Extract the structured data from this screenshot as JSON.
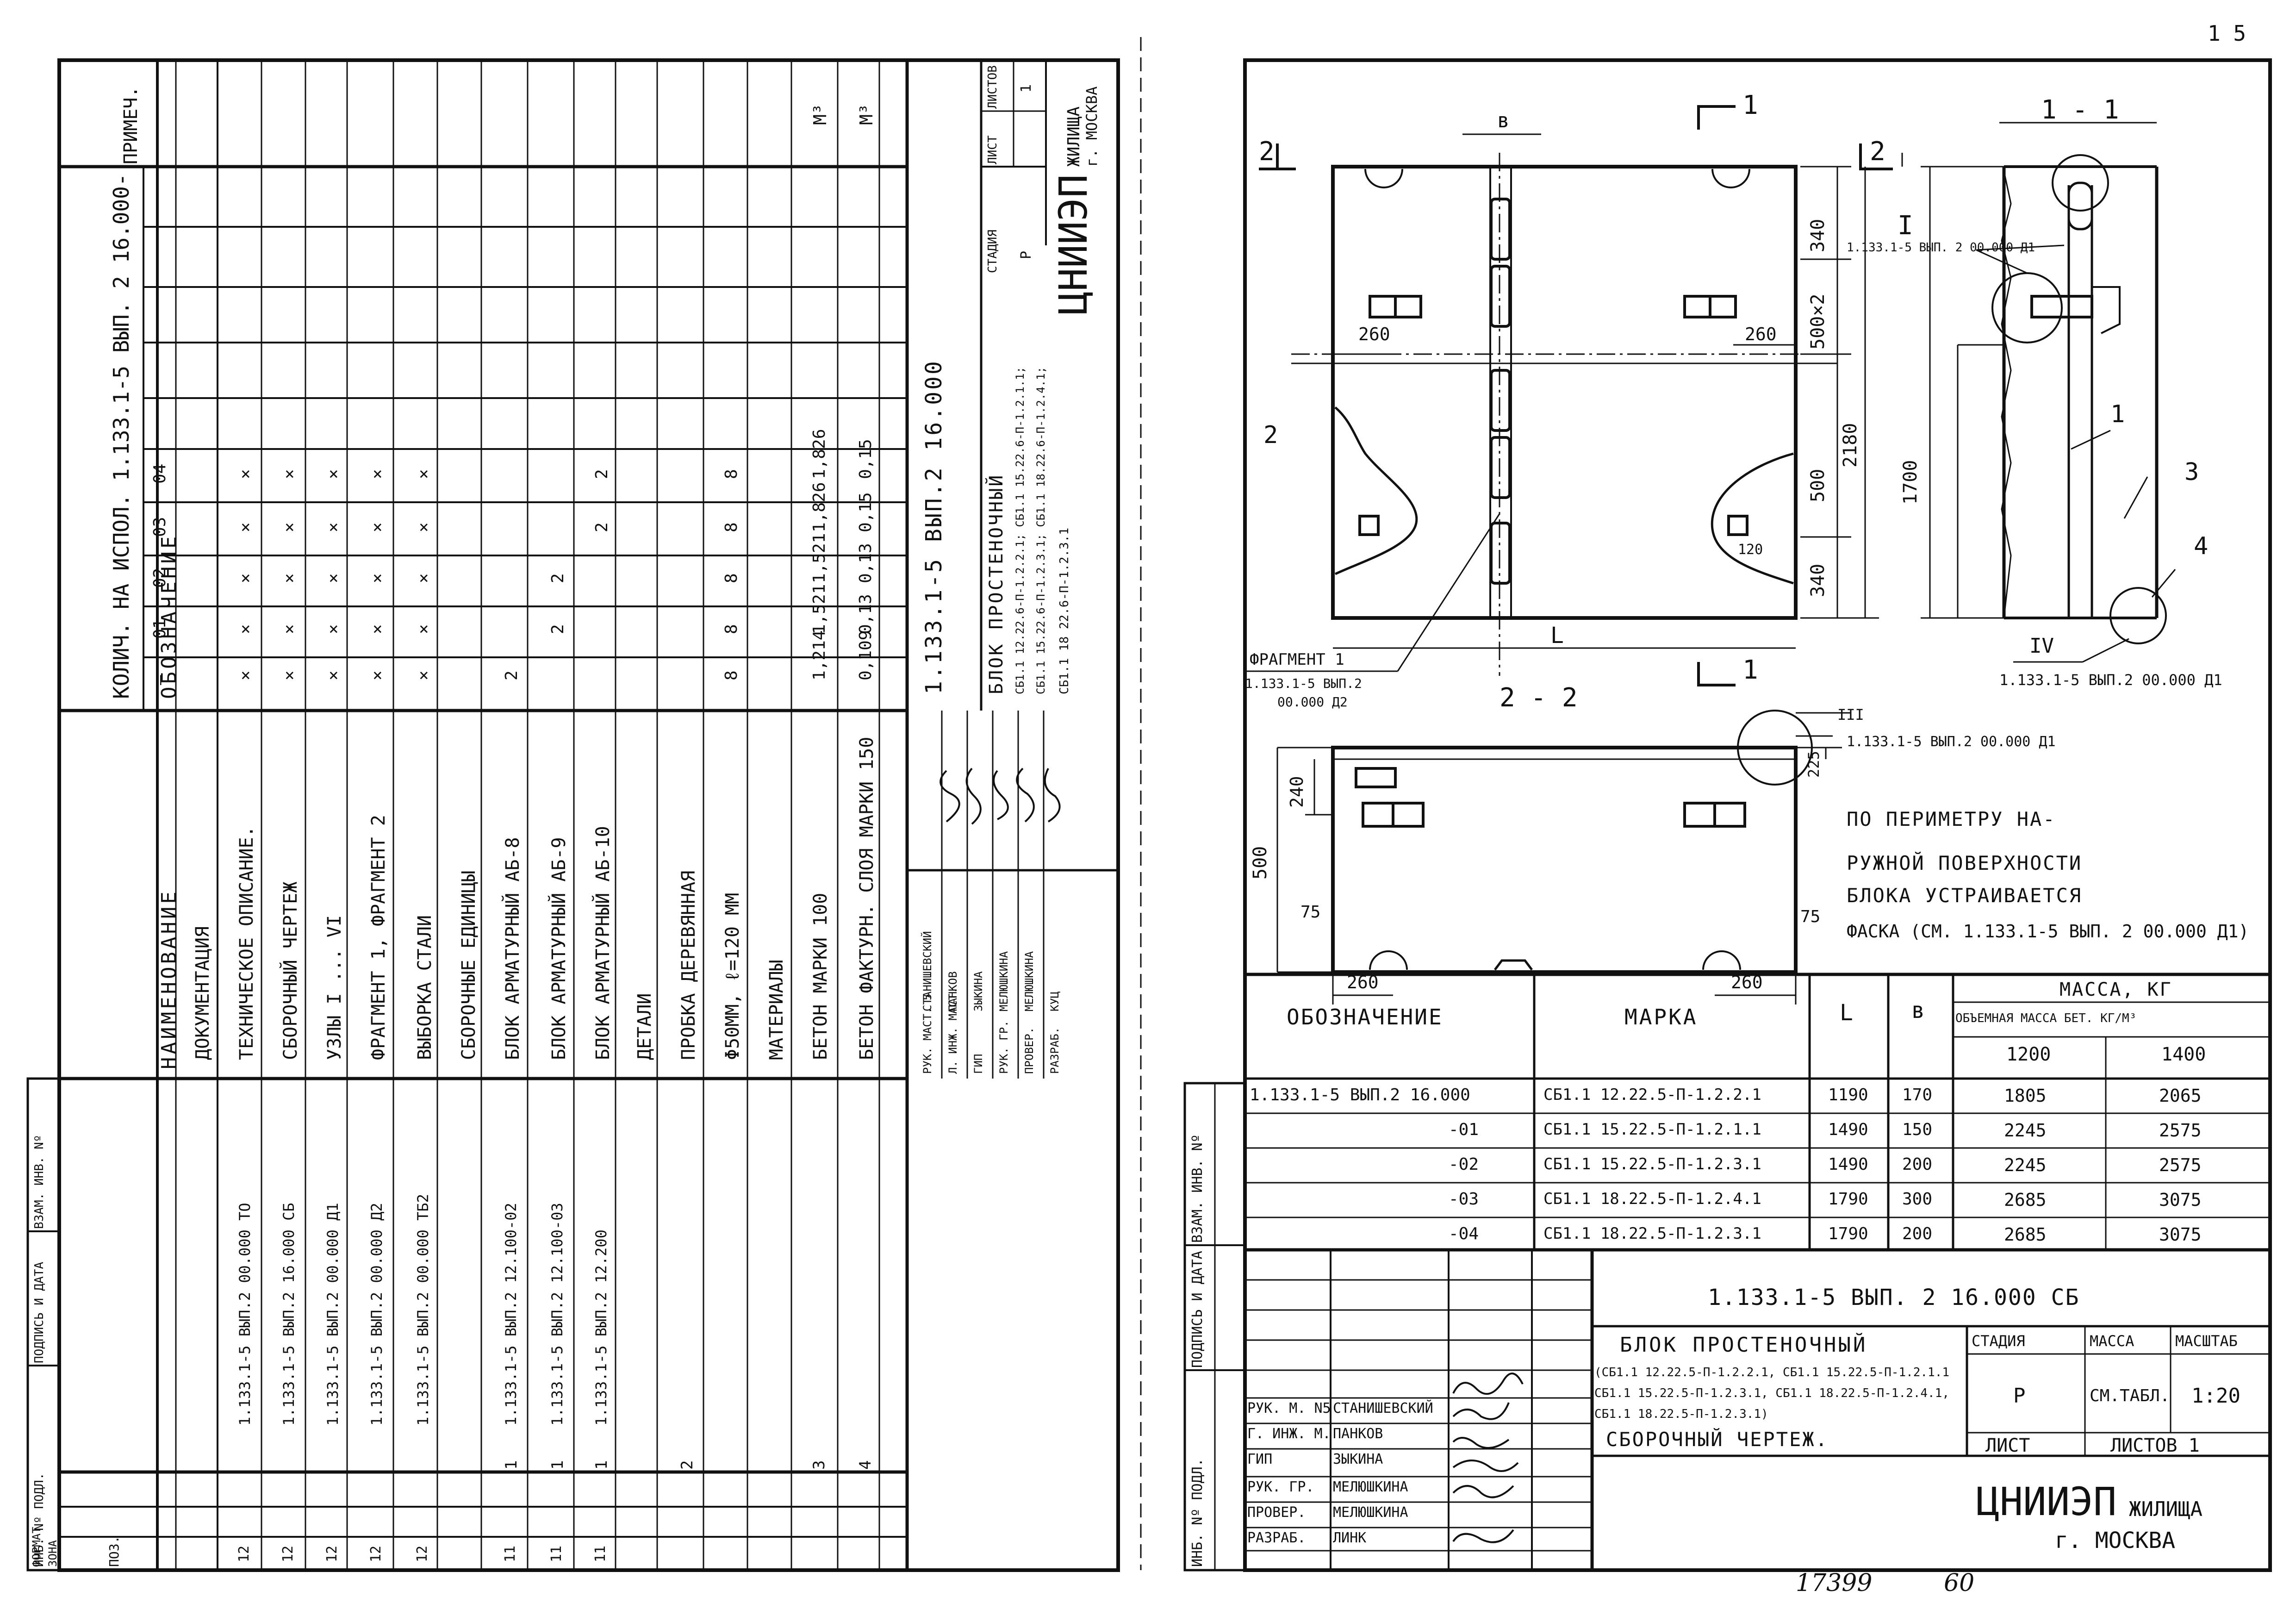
{
  "corner_mark": "1 5",
  "footer": {
    "doc_number": "17399",
    "page": "60"
  },
  "left_sheet": {
    "side_stamp": [
      "ИНБ. Nº ПОДЛ.",
      "ПОДПИСЬ И ДАТА",
      "ВЗАМ. ИНВ. Nº"
    ],
    "headers": {
      "format": "ФОРМАТ",
      "zone": "ЗОНА",
      "pos": "ПОЗ.",
      "designation": "ОБОЗНАЧЕНИЕ",
      "name": "НАИМЕНОВАНИЕ",
      "qty": "КОЛИЧ. НА ИСПОЛ. 1.133.1-5 ВЫП. 2  16.000-",
      "note": "ПРИМЕЧ."
    },
    "qty_columns": [
      "—",
      "01",
      "02",
      "03",
      "04"
    ],
    "rows": [
      {
        "format": "",
        "pos": "",
        "designation": "",
        "name": "ДОКУМЕНТАЦИЯ",
        "q": [
          "",
          "",
          "",
          "",
          ""
        ],
        "note": ""
      },
      {
        "format": "12",
        "pos": "",
        "designation": "1.133.1-5 ВЫП.2  00.000 ТО",
        "name": "ТЕХНИЧЕСКОЕ ОПИСАНИЕ.",
        "q": [
          "×",
          "×",
          "×",
          "×",
          "×"
        ],
        "note": ""
      },
      {
        "format": "12",
        "pos": "",
        "designation": "1.133.1-5 ВЫП.2  16.000 СБ",
        "name": "СБОРОЧНЫЙ ЧЕРТЕЖ",
        "q": [
          "×",
          "×",
          "×",
          "×",
          "×"
        ],
        "note": ""
      },
      {
        "format": "12",
        "pos": "",
        "designation": "1.133.1-5 ВЫП.2  00.000 Д1",
        "name": "УЗЛЫ I ... VI",
        "q": [
          "×",
          "×",
          "×",
          "×",
          "×"
        ],
        "note": ""
      },
      {
        "format": "12",
        "pos": "",
        "designation": "1.133.1-5 ВЫП.2  00.000 Д2",
        "name": "ФРАГМЕНТ 1, ФРАГМЕНТ 2",
        "q": [
          "×",
          "×",
          "×",
          "×",
          "×"
        ],
        "note": ""
      },
      {
        "format": "12",
        "pos": "",
        "designation": "1.133.1-5 ВЫП.2  00.000 ТБ2",
        "name": "ВЫБОРКА СТАЛИ",
        "q": [
          "×",
          "×",
          "×",
          "×",
          "×"
        ],
        "note": ""
      },
      {
        "format": "",
        "pos": "",
        "designation": "",
        "name": "СБОРОЧНЫЕ ЕДИНИЦЫ",
        "q": [
          "",
          "",
          "",
          "",
          ""
        ],
        "note": ""
      },
      {
        "format": "11",
        "pos": "1",
        "designation": "1.133.1-5 ВЫП.2  12.100-02",
        "name": "БЛОК АРМАТУРНЫЙ АБ-8",
        "q": [
          "2",
          "",
          "",
          "",
          ""
        ],
        "note": ""
      },
      {
        "format": "11",
        "pos": "1",
        "designation": "1.133.1-5 ВЫП.2  12.100-03",
        "name": "БЛОК АРМАТУРНЫЙ АБ-9",
        "q": [
          "",
          "2",
          "2",
          "",
          ""
        ],
        "note": ""
      },
      {
        "format": "11",
        "pos": "1",
        "designation": "1.133.1-5 ВЫП.2  12.200",
        "name": "БЛОК АРМАТУРНЫЙ АБ-10",
        "q": [
          "",
          "",
          "",
          "2",
          "2"
        ],
        "note": ""
      },
      {
        "format": "",
        "pos": "",
        "designation": "",
        "name": "ДЕТАЛИ",
        "q": [
          "",
          "",
          "",
          "",
          ""
        ],
        "note": ""
      },
      {
        "format": "",
        "pos": "2",
        "designation": "",
        "name": "ПРОБКА ДЕРЕВЯННАЯ",
        "q": [
          "",
          "",
          "",
          "",
          ""
        ],
        "note": ""
      },
      {
        "format": "",
        "pos": "",
        "designation": "",
        "name": "Φ50ММ, ℓ=120 ММ",
        "q": [
          "8",
          "8",
          "8",
          "8",
          "8"
        ],
        "note": ""
      },
      {
        "format": "",
        "pos": "",
        "designation": "",
        "name": "МАТЕРИАЛЫ",
        "q": [
          "",
          "",
          "",
          "",
          ""
        ],
        "note": ""
      },
      {
        "format": "",
        "pos": "3",
        "designation": "",
        "name": "БЕТОН МАРКИ 100",
        "q": [
          "1,214",
          "1,521",
          "1,521",
          "1,826",
          "1,826"
        ],
        "note": "М³"
      },
      {
        "format": "",
        "pos": "4",
        "designation": "",
        "name": "БЕТОН ФАКТУРН. СЛОЯ МАРКИ 150",
        "q": [
          "0,109",
          "0,13",
          "0,13",
          "0,15",
          "0,15"
        ],
        "note": "М³"
      }
    ],
    "title_block": {
      "code": "1.133.1-5 ВЫП.2  16.000",
      "title": "БЛОК ПРОСТЕНОЧНЫЙ",
      "marks": [
        "СБ1.1 12.22.6-П-1.2.2.1; СБ1.1 15.22.6-П-1.2.1.1;",
        "СБ1.1 15.22.6-П-1.2.3.1; СБ1.1 18.22.6-П-1.2.4.1;",
        "СБ1.1 18 22.6-П-1.2.3.1"
      ],
      "stage_label": "СТАДИЯ",
      "sheet_label": "ЛИСТ",
      "sheets_label": "ЛИСТОВ",
      "stage": "Р",
      "sheets": "1",
      "org": "ЦНИИЭП",
      "org_sub": "ЖИЛИЩА",
      "city": "г. МОСКВА",
      "signatures": [
        {
          "role": "РУК. МАСТ. 5",
          "name": "СТАНИШЕВСКИЙ"
        },
        {
          "role": "Л. ИНЖ. МАСТ.",
          "name": "ПАНКОВ"
        },
        {
          "role": "ГИП",
          "name": "ЗЫКИНА"
        },
        {
          "role": "РУК. ГР.",
          "name": "МЕЛЮШКИНА"
        },
        {
          "role": "ПРОВЕР.",
          "name": "МЕЛЮШКИНА"
        },
        {
          "role": "РАЗРАБ.",
          "name": "КУЦ"
        }
      ]
    }
  },
  "right_sheet": {
    "section_labels": {
      "cut_1": "1",
      "cut_2": "2",
      "view_11": "1 - 1",
      "view_22": "2 - 2"
    },
    "dims": {
      "b": "в",
      "L": "L",
      "d340a": "340",
      "d500x2": "500×2",
      "d500": "500",
      "d340b": "340",
      "d2180": "2180",
      "d1700": "1700",
      "d260a": "260",
      "d260b": "260",
      "d120": "120",
      "d240": "240",
      "d500s": "500",
      "d225": "225",
      "d75a": "75",
      "d75b": "75",
      "d260c": "260",
      "d260d": "260"
    },
    "callouts": {
      "pos1": "1",
      "pos2": "2",
      "pos3": "3",
      "pos4": "4",
      "node1": "I",
      "node1_ref": "1.133.1-5 ВЫП. 2  00.000 Д1",
      "node3": "III",
      "node3_ref": "1.133.1-5 ВЫП.2  00.000 Д1",
      "node4": "IV",
      "node4_ref": "1.133.1-5 ВЫП.2  00.000 Д1",
      "fragment": "ФРАГМЕНТ 1",
      "fragment_ref": "1.133.1-5 ВЫП.2",
      "fragment_ref2": "00.000 Д2"
    },
    "note_lines": [
      "ПО ПЕРИМЕТРУ НА-",
      "РУЖНОЙ ПОВЕРХНОСТИ",
      "БЛОКА УСТРАИВАЕТСЯ",
      "ФАСКА (СМ. 1.133.1-5 ВЫП. 2 00.000 Д1)"
    ],
    "table": {
      "headers": {
        "designation": "ОБОЗНАЧЕНИЕ",
        "mark": "МАРКА",
        "L": "L",
        "b": "в",
        "mass": "МАССА, КГ",
        "density": "ОБЪЕМНАЯ МАССА БЕТ. КГ/М³",
        "d1200": "1200",
        "d1400": "1400"
      },
      "rows": [
        {
          "designation": "1.133.1-5 ВЫП.2  16.000",
          "mark": "СБ1.1 12.22.5-П-1.2.2.1",
          "L": "1190",
          "b": "170",
          "m1": "1805",
          "m2": "2065"
        },
        {
          "designation": "-01",
          "mark": "СБ1.1 15.22.5-П-1.2.1.1",
          "L": "1490",
          "b": "150",
          "m1": "2245",
          "m2": "2575"
        },
        {
          "designation": "-02",
          "mark": "СБ1.1 15.22.5-П-1.2.3.1",
          "L": "1490",
          "b": "200",
          "m1": "2245",
          "m2": "2575"
        },
        {
          "designation": "-03",
          "mark": "СБ1.1 18.22.5-П-1.2.4.1",
          "L": "1790",
          "b": "300",
          "m1": "2685",
          "m2": "3075"
        },
        {
          "designation": "-04",
          "mark": "СБ1.1 18.22.5-П-1.2.3.1",
          "L": "1790",
          "b": "200",
          "m1": "2685",
          "m2": "3075"
        }
      ]
    },
    "side_stamp": [
      "ИНБ. Nº ПОДЛ.",
      "ПОДПИСЬ И ДАТА",
      "ВЗАМ. ИНВ. Nº"
    ],
    "title_block": {
      "code": "1.133.1-5 ВЫП. 2  16.000 СБ",
      "title": "БЛОК ПРОСТЕНОЧНЫЙ",
      "marks": [
        "(СБ1.1 12.22.5-П-1.2.2.1, СБ1.1 15.22.5-П-1.2.1.1",
        "СБ1.1 15.22.5-П-1.2.3.1, СБ1.1 18.22.5-П-1.2.4.1,",
        "СБ1.1 18.22.5-П-1.2.3.1)"
      ],
      "doc_type": "СБОРОЧНЫЙ ЧЕРТЕЖ.",
      "stage_label": "СТАДИЯ",
      "mass_label": "МАССА",
      "scale_label": "МАСШТАБ",
      "stage": "Р",
      "mass": "СМ.ТАБЛ.",
      "scale": "1:20",
      "sheet_label": "ЛИСТ",
      "sheets_label": "ЛИСТОВ 1",
      "org": "ЦНИИЭП",
      "org_sub": "ЖИЛИЩА",
      "city": "г. МОСКВА",
      "signatures": [
        {
          "role": "РУК. М. N5",
          "name": "СТАНИШЕВСКИЙ"
        },
        {
          "role": "Г. ИНЖ. М.",
          "name": "ПАНКОВ"
        },
        {
          "role": "ГИП",
          "name": "ЗЫКИНА"
        },
        {
          "role": "РУК. ГР.",
          "name": "МЕЛЮШКИНА"
        },
        {
          "role": "ПРОВЕР.",
          "name": "МЕЛЮШКИНА"
        },
        {
          "role": "РАЗРАБ.",
          "name": "ЛИНК"
        }
      ]
    }
  }
}
